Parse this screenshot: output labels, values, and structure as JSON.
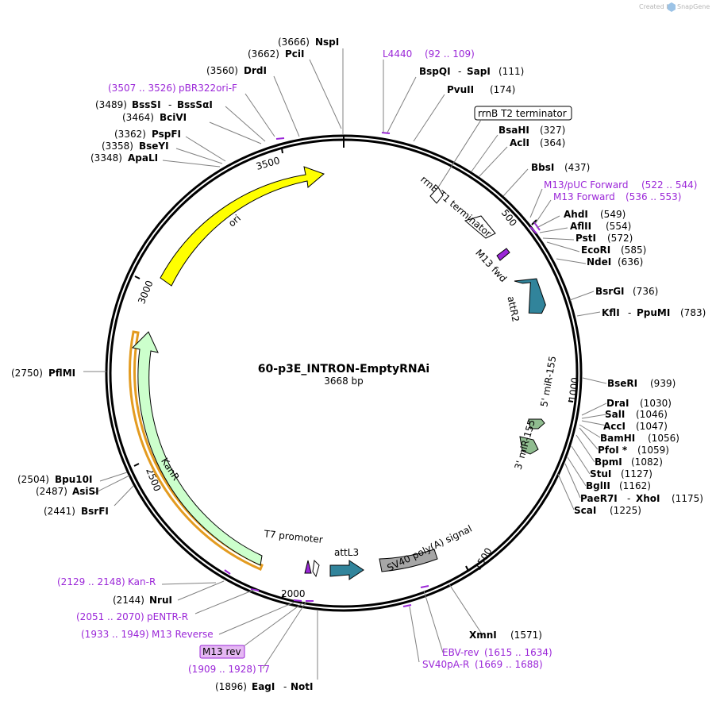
{
  "watermark": {
    "created_by": "Created by",
    "app": "SnapGene",
    "icon": "snapgene-logo-icon"
  },
  "plasmid": {
    "name": "60-p3E_INTRON-EmptyRNAi",
    "length_label": "3668 bp",
    "length": 3668
  },
  "ticks": [
    "500",
    "1000",
    "1500",
    "2000",
    "2500",
    "3000",
    "3500"
  ],
  "colors": {
    "ori": "#ffff00",
    "kanr": "#ccffcc",
    "att": "#31849b",
    "mir": "#8fbc8f",
    "polyA": "#a6a6a6",
    "primer": "#9b27d8",
    "terminator": "#ffffff",
    "highlight": "#f0a830"
  },
  "features": {
    "ori": "ori",
    "kanr": "KanR",
    "attR2": "attR2",
    "attL3": "attL3",
    "m13fwd": "M13 fwd",
    "rrnb_t1": "rrnB T1 terminator",
    "rrnb_t2": "rrnB T2 terminator",
    "mir5": "5' miR-155",
    "mir3": "3' miR-155",
    "polyA": "SV40 poly(A) signal",
    "t7prom": "T7 promoter",
    "m13rev_box": "M13 rev"
  },
  "sites": [
    {
      "pos": "(3666)",
      "name": "NspI"
    },
    {
      "pos": "(3662)",
      "name": "PciI"
    },
    {
      "pos": "(3560)",
      "name": "DrdI"
    },
    {
      "range": "(3507 .. 3526)",
      "name": "pBR322ori-F",
      "primer": true
    },
    {
      "pos": "(3489)",
      "name": "BssSI",
      "name2": "BssSαI"
    },
    {
      "pos": "(3464)",
      "name": "BciVI"
    },
    {
      "pos": "(3362)",
      "name": "PspFI"
    },
    {
      "pos": "(3358)",
      "name": "BseYI"
    },
    {
      "pos": "(3348)",
      "name": "ApaLI"
    },
    {
      "pos": "(2750)",
      "name": "PflMI"
    },
    {
      "pos": "(2504)",
      "name": "Bpu10I"
    },
    {
      "pos": "(2487)",
      "name": "AsiSI"
    },
    {
      "pos": "(2441)",
      "name": "BsrFI"
    },
    {
      "range": "(2129 .. 2148)",
      "name": "Kan-R",
      "primer": true
    },
    {
      "pos": "(2144)",
      "name": "NruI"
    },
    {
      "range": "(2051 .. 2070)",
      "name": "pENTR-R",
      "primer": true
    },
    {
      "range": "(1933 .. 1949)",
      "name": "M13 Reverse",
      "primer": true
    },
    {
      "range": "(1909 .. 1928)",
      "name": "T7",
      "primer": true
    },
    {
      "pos": "(1896)",
      "name": "EagI",
      "name2": "NotI"
    },
    {
      "name": "L4440",
      "range": "(92 .. 109)",
      "primer": true
    },
    {
      "name": "BspQI",
      "name2": "SapI",
      "pos": "(111)"
    },
    {
      "name": "PvuII",
      "pos": "(174)"
    },
    {
      "name": "BsaHI",
      "pos": "(327)"
    },
    {
      "name": "AclI",
      "pos": "(364)"
    },
    {
      "name": "BbsI",
      "pos": "(437)"
    },
    {
      "name": "M13/pUC Forward",
      "range": "(522 .. 544)",
      "primer": true
    },
    {
      "name": "M13 Forward",
      "range": "(536 .. 553)",
      "primer": true
    },
    {
      "name": "AhdI",
      "pos": "(549)"
    },
    {
      "name": "AflII",
      "pos": "(554)"
    },
    {
      "name": "PstI",
      "pos": "(572)"
    },
    {
      "name": "EcoRI",
      "pos": "(585)"
    },
    {
      "name": "NdeI",
      "pos": "(636)"
    },
    {
      "name": "BsrGI",
      "pos": "(736)"
    },
    {
      "name": "KflI",
      "name2": "PpuMI",
      "pos": "(783)"
    },
    {
      "name": "BseRI",
      "pos": "(939)"
    },
    {
      "name": "DraI",
      "pos": "(1030)"
    },
    {
      "name": "SalI",
      "pos": "(1046)"
    },
    {
      "name": "AccI",
      "pos": "(1047)"
    },
    {
      "name": "BamHI",
      "pos": "(1056)"
    },
    {
      "name": "PfoI *",
      "pos": "(1059)"
    },
    {
      "name": "BpmI",
      "pos": "(1082)"
    },
    {
      "name": "StuI",
      "pos": "(1127)"
    },
    {
      "name": "BglII",
      "pos": "(1162)"
    },
    {
      "name": "PaeR7I",
      "name2": "XhoI",
      "pos": "(1175)"
    },
    {
      "name": "ScaI",
      "pos": "(1225)"
    },
    {
      "name": "XmnI",
      "pos": "(1571)"
    },
    {
      "name": "EBV-rev",
      "range": "(1615 .. 1634)",
      "primer": true
    },
    {
      "name": "SV40pA-R",
      "range": "(1669 .. 1688)",
      "primer": true
    }
  ]
}
